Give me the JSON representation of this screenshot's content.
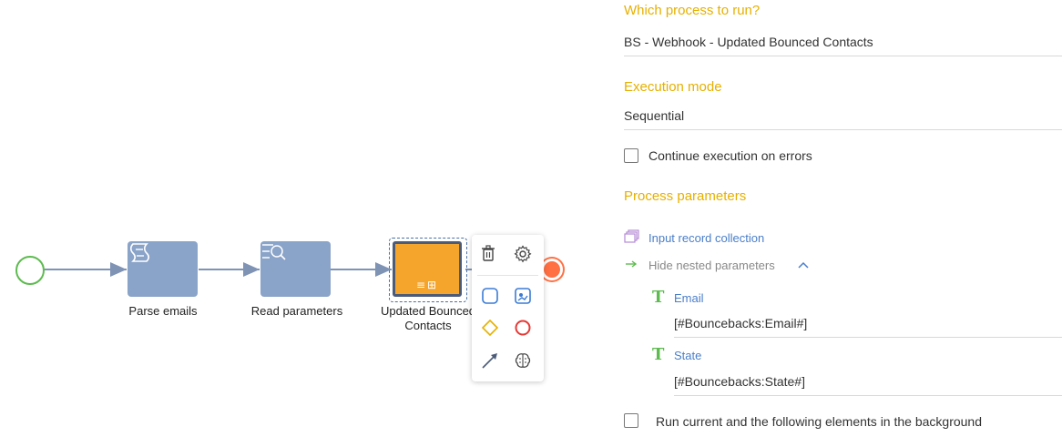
{
  "canvas": {
    "nodes": [
      {
        "label": "Parse emails"
      },
      {
        "label": "Read parameters"
      },
      {
        "label_line1": "Updated Bounced",
        "label_line2": "Contacts"
      }
    ],
    "toolbox": {
      "items": [
        "delete-icon",
        "settings-icon",
        "task-icon",
        "user-task-icon",
        "gateway-icon",
        "end-event-icon",
        "flow-connector-icon",
        "ai-brain-icon"
      ]
    }
  },
  "panel": {
    "which_process": {
      "label": "Which process to run?",
      "value": "BS - Webhook - Updated Bounced Contacts"
    },
    "execution_mode": {
      "label": "Execution mode",
      "value": "Sequential"
    },
    "continue_on_errors": {
      "label": "Continue execution on errors",
      "checked": false
    },
    "process_parameters": {
      "label": "Process parameters",
      "input_collection": "Input record collection",
      "toggle_label": "Hide nested parameters",
      "params": [
        {
          "type_icon": "T",
          "name": "Email",
          "value": "[#Bouncebacks:Email#]"
        },
        {
          "type_icon": "T",
          "name": "State",
          "value": "[#Bouncebacks:State#]"
        }
      ]
    },
    "run_background": {
      "label": "Run current and the following elements in the background",
      "checked": false
    }
  },
  "colors": {
    "accent_title": "#e6b000",
    "node_blue": "#8aa3c8",
    "subprocess_orange": "#f6a52c",
    "link_blue": "#4a7ec9",
    "start_green": "#5dbb4f",
    "end_orange": "#ff7043"
  }
}
